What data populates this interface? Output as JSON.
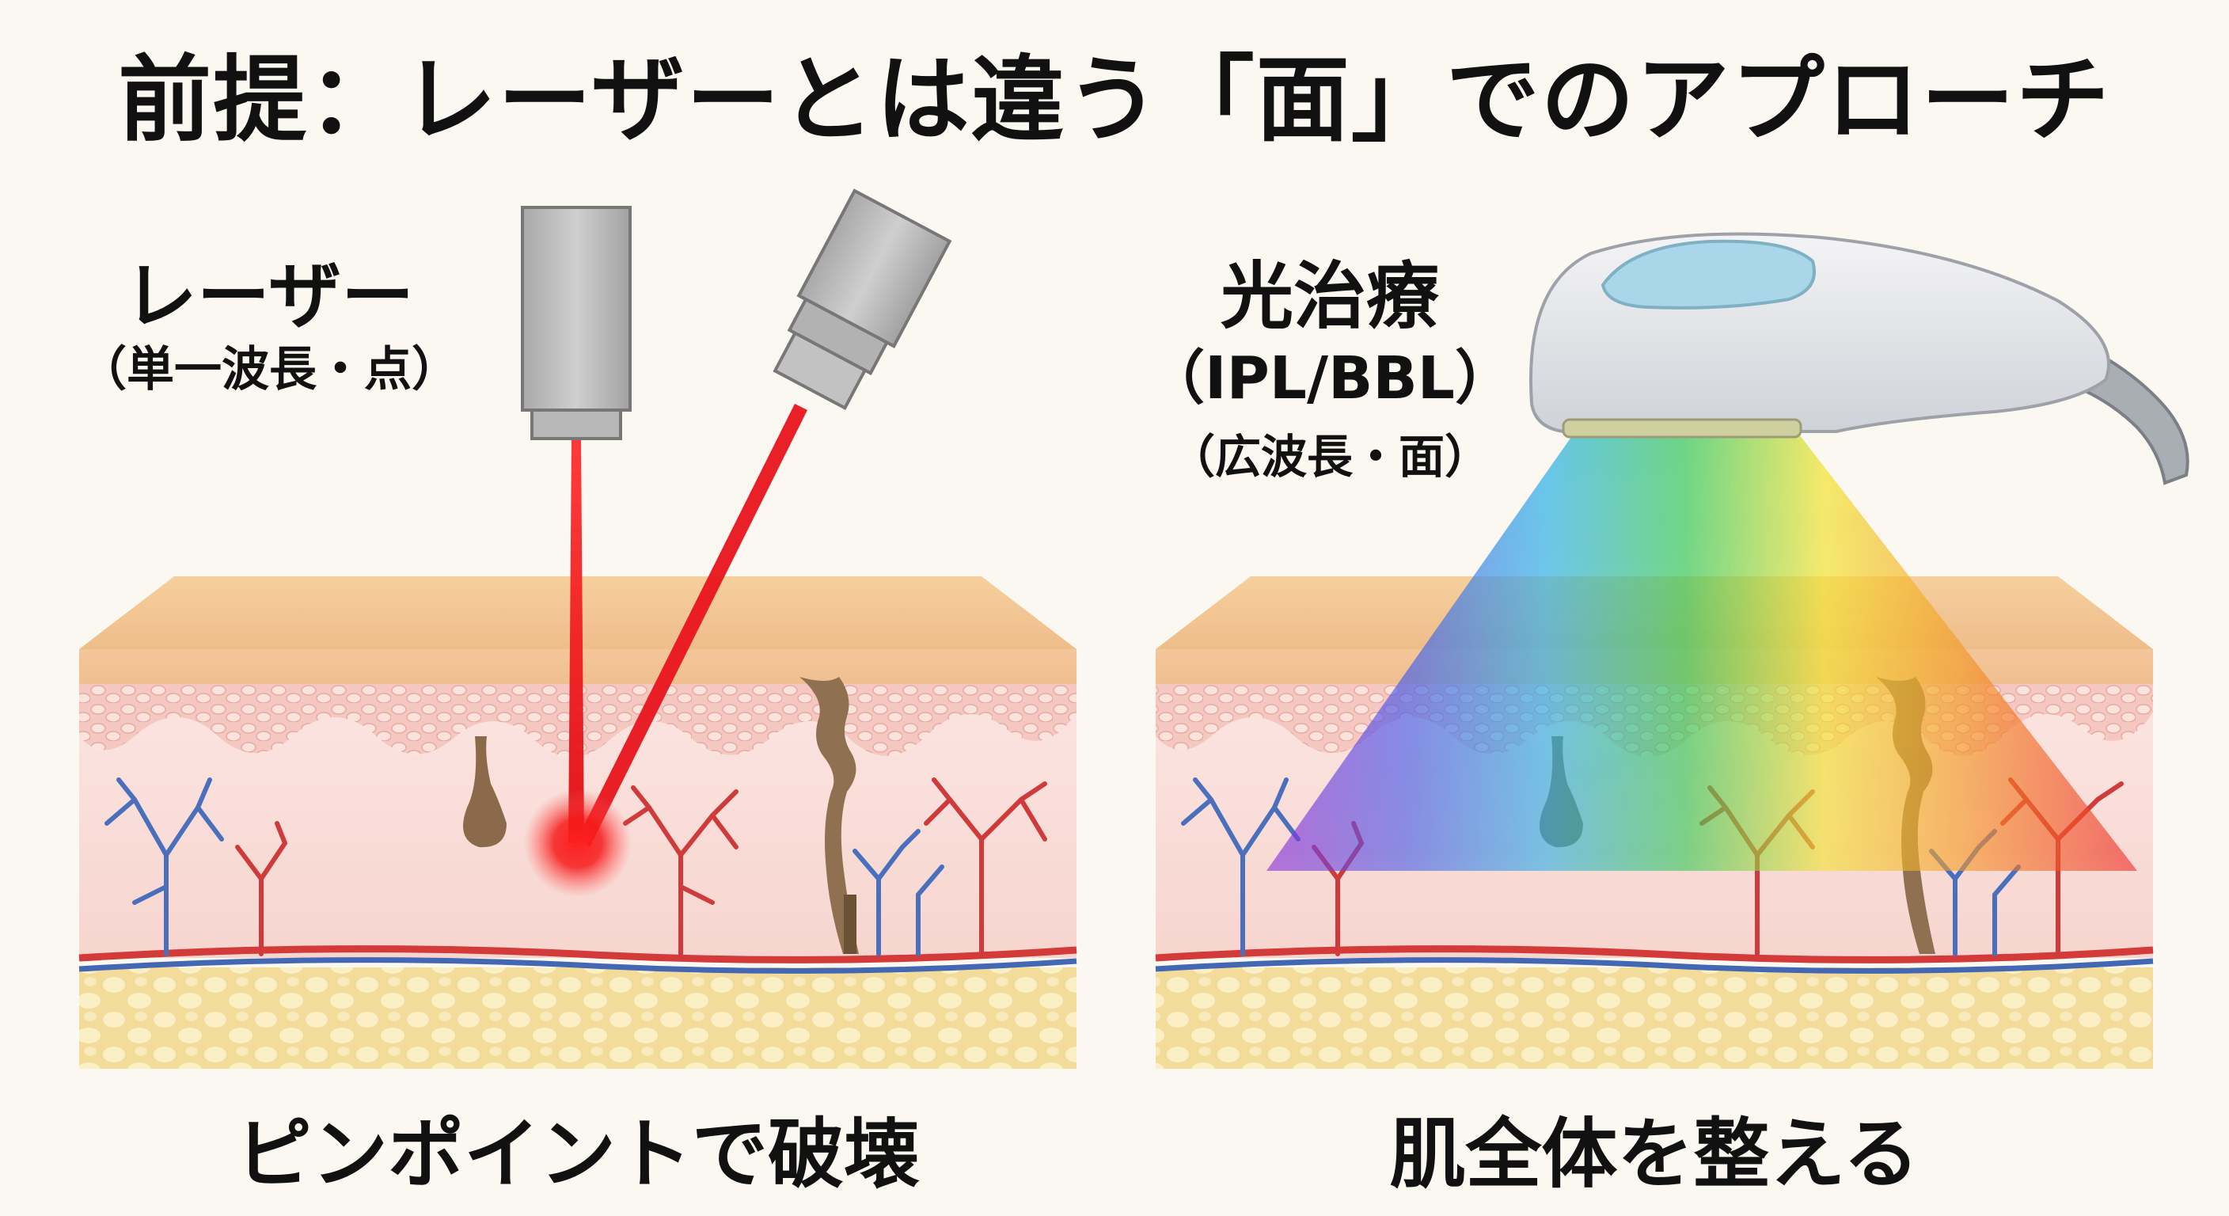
{
  "title": "前提：レーザーとは違う「面」でのアプローチ",
  "laser": {
    "label": "レーザー",
    "sublabel": "（単一波長・点）",
    "caption": "ピンポイントで破壊"
  },
  "ipl": {
    "label": "光治療",
    "sublabel_type": "（IPL/BBL）",
    "sublabel": "（広波長・面）",
    "caption": "肌全体を整える"
  },
  "colors": {
    "laser_beam": "#e8141c",
    "epidermis": "#f2c9a0",
    "dermis": "#f9dcd6",
    "fat": "#f6e2a6",
    "artery": "#d33a3a",
    "vein": "#4467b4",
    "pigment": "#8a6a4a"
  }
}
